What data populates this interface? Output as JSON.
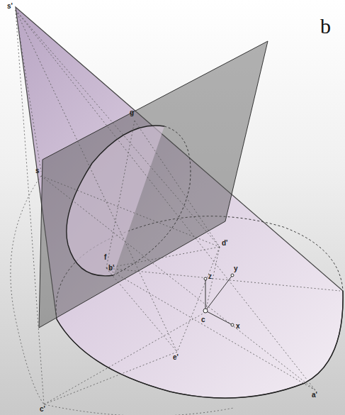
{
  "diagram": {
    "labels": [
      "b",
      "s'",
      "g",
      "s",
      "f",
      "b'",
      "d'",
      "z",
      "y",
      "c",
      "x",
      "e'",
      "a'",
      "c'"
    ]
  }
}
